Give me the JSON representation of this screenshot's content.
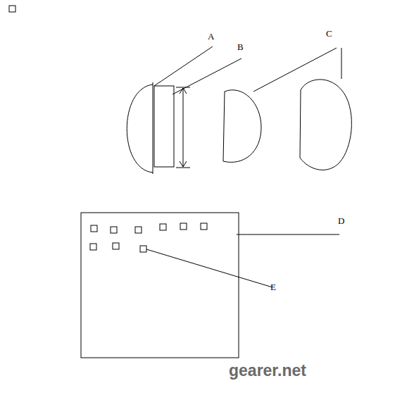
{
  "diagram": {
    "labels": [
      "A",
      "B",
      "C",
      "D",
      "E",
      "gearer.net"
    ]
  }
}
